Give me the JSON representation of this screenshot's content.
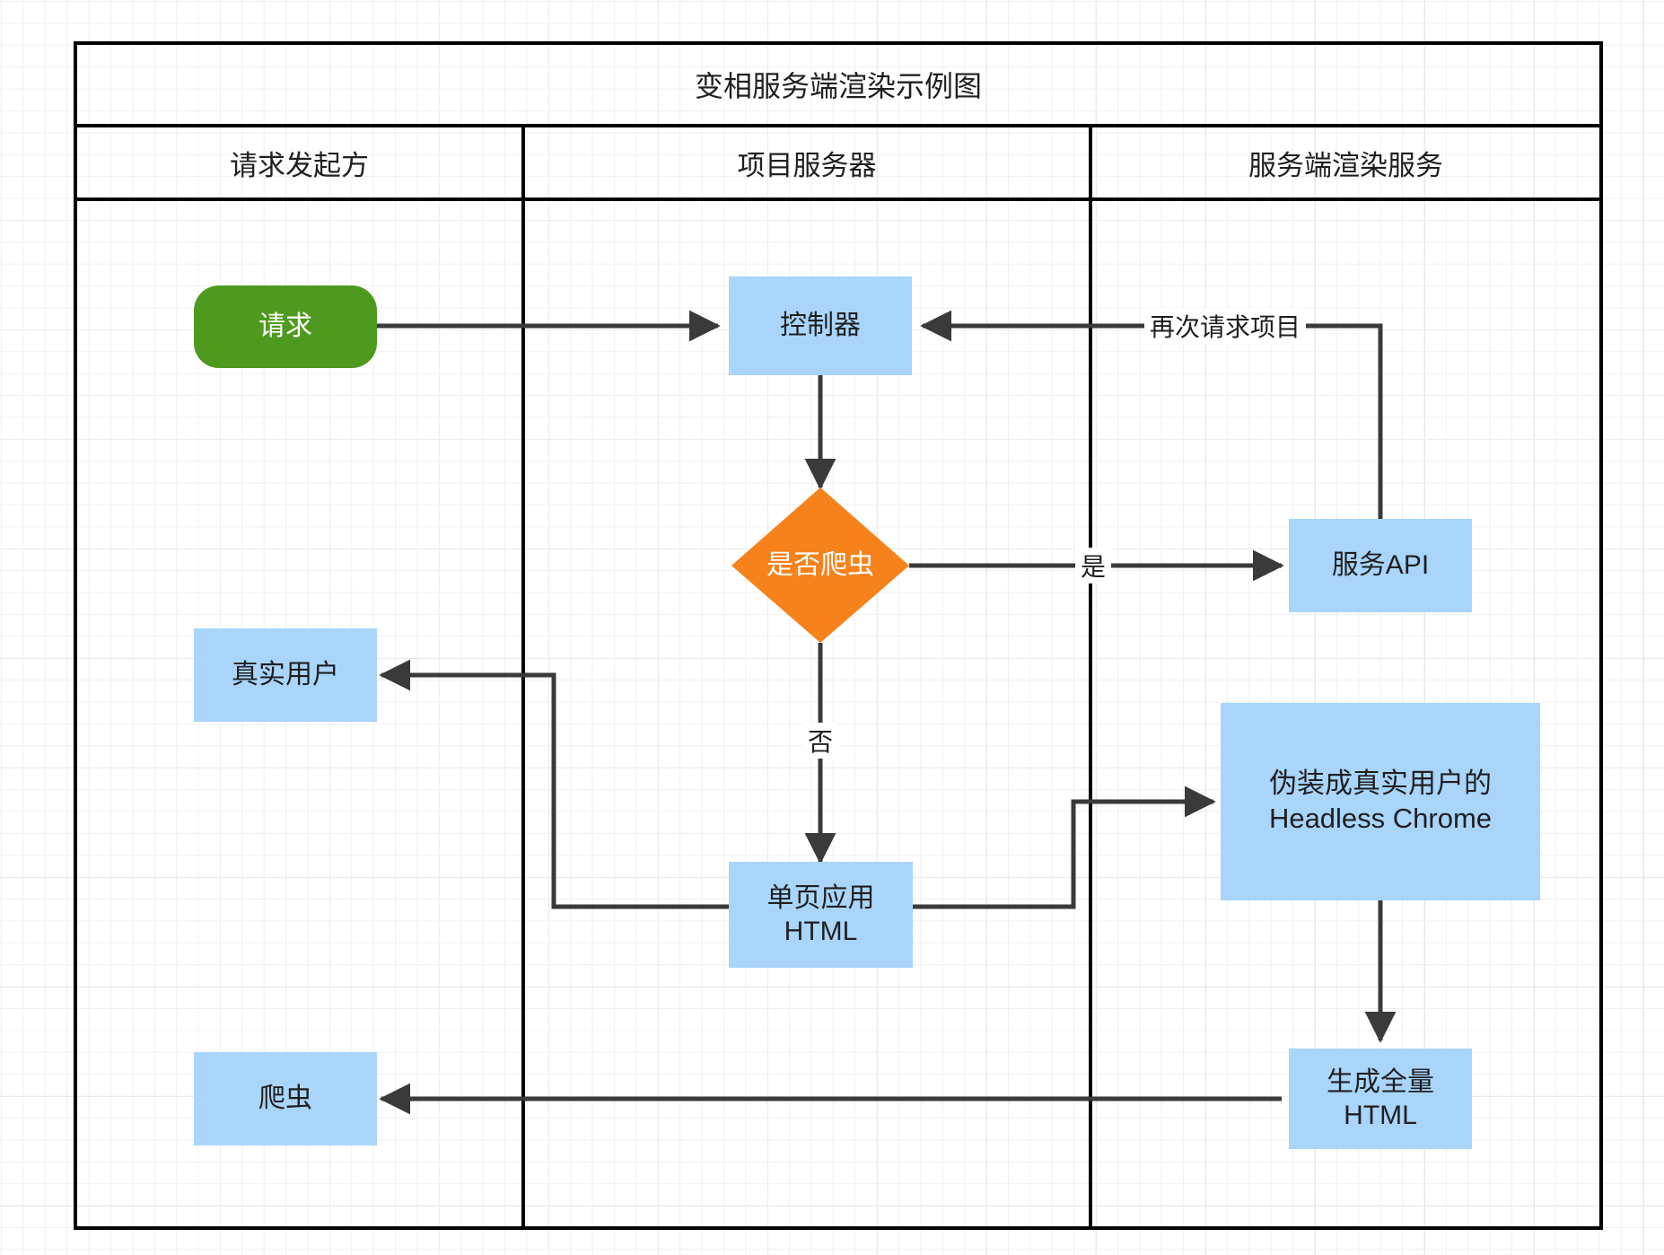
{
  "diagram": {
    "title": "变相服务端渲染示例图",
    "lanes": [
      {
        "id": "lane-requester",
        "label": "请求发起方"
      },
      {
        "id": "lane-project-server",
        "label": "项目服务器"
      },
      {
        "id": "lane-ssr-service",
        "label": "服务端渲染服务"
      }
    ],
    "nodes": [
      {
        "id": "request",
        "label": "请求",
        "shape": "rounded",
        "fill": "#4e9a1e",
        "text_color": "#ffffff"
      },
      {
        "id": "controller",
        "label": "控制器",
        "shape": "rectangle",
        "fill": "#a9d5fb",
        "text_color": "#1f1f1f"
      },
      {
        "id": "is-crawler",
        "label": "是否爬虫",
        "shape": "diamond",
        "fill": "#f7821b",
        "text_color": "#ffffff"
      },
      {
        "id": "real-user",
        "label": "真实用户",
        "shape": "rectangle",
        "fill": "#a9d5fb",
        "text_color": "#1f1f1f"
      },
      {
        "id": "spa-html",
        "label": "单页应用\nHTML",
        "shape": "rectangle",
        "fill": "#a9d5fb",
        "text_color": "#1f1f1f"
      },
      {
        "id": "crawler",
        "label": "爬虫",
        "shape": "rectangle",
        "fill": "#a9d5fb",
        "text_color": "#1f1f1f"
      },
      {
        "id": "service-api",
        "label": "服务API",
        "shape": "rectangle",
        "fill": "#a9d5fb",
        "text_color": "#1f1f1f"
      },
      {
        "id": "headless",
        "label": "伪装成真实用户的\nHeadless Chrome",
        "shape": "rectangle",
        "fill": "#a9d5fb",
        "text_color": "#1f1f1f"
      },
      {
        "id": "full-html",
        "label": "生成全量\nHTML",
        "shape": "rectangle",
        "fill": "#a9d5fb",
        "text_color": "#1f1f1f"
      }
    ],
    "edge_labels": [
      {
        "id": "edge-label-yes",
        "label": "是"
      },
      {
        "id": "edge-label-no",
        "label": "否"
      },
      {
        "id": "edge-label-re-request",
        "label": "再次请求项目"
      }
    ],
    "colors": {
      "node_blue": "#a9d5fb",
      "node_green": "#4e9a1e",
      "node_orange": "#f7821b",
      "edge_stroke": "#3a3a3a",
      "frame_stroke": "#000000",
      "grid_minor": "#f0f0f0",
      "grid_major": "#e2e2e2",
      "page_background": "#ffffff"
    }
  }
}
